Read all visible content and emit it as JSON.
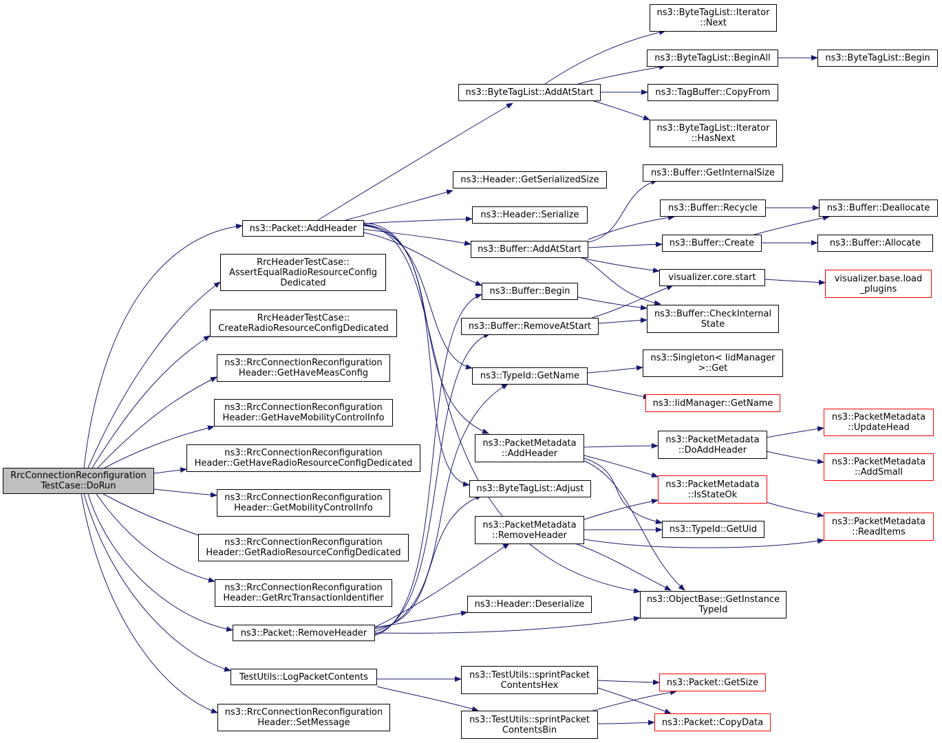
{
  "colors": {
    "edge": "#191970",
    "border": "#000000",
    "external_border": "#ff0000",
    "root_fill": "#bfbfbf"
  },
  "nodes": {
    "root": [
      "RrcConnectionReconfiguration",
      "TestCase::DoRun"
    ],
    "packet_add_header": [
      "ns3::Packet::AddHeader"
    ],
    "assert_equal": [
      "RrcHeaderTestCase::",
      "AssertEqualRadioResourceConfig",
      "Dedicated"
    ],
    "create_rrc": [
      "RrcHeaderTestCase::",
      "CreateRadioResourceConfigDedicated"
    ],
    "get_have_meas": [
      "ns3::RrcConnectionReconfiguration",
      "Header::GetHaveMeasConfig"
    ],
    "get_have_mobility": [
      "ns3::RrcConnectionReconfiguration",
      "Header::GetHaveMobilityControlInfo"
    ],
    "get_have_rrc": [
      "ns3::RrcConnectionReconfiguration",
      "Header::GetHaveRadioResourceConfigDedicated"
    ],
    "get_mobility": [
      "ns3::RrcConnectionReconfiguration",
      "Header::GetMobilityControlInfo"
    ],
    "get_rrc_dedicated": [
      "ns3::RrcConnectionReconfiguration",
      "Header::GetRadioResourceConfigDedicated"
    ],
    "get_rrc_trans": [
      "ns3::RrcConnectionReconfiguration",
      "Header::GetRrcTransactionIdentifier"
    ],
    "packet_remove_header": [
      "ns3::Packet::RemoveHeader"
    ],
    "log_packet": [
      "TestUtils::LogPacketContents"
    ],
    "set_message": [
      "ns3::RrcConnectionReconfiguration",
      "Header::SetMessage"
    ],
    "btl_add_at_start": [
      "ns3::ByteTagList::AddAtStart"
    ],
    "header_get_serialized": [
      "ns3::Header::GetSerializedSize"
    ],
    "header_serialize": [
      "ns3::Header::Serialize"
    ],
    "buffer_add_at_start": [
      "ns3::Buffer::AddAtStart"
    ],
    "buffer_begin": [
      "ns3::Buffer::Begin"
    ],
    "buffer_remove_at_start": [
      "ns3::Buffer::RemoveAtStart"
    ],
    "typeid_get_name": [
      "ns3::TypeId::GetName"
    ],
    "pm_add_header": [
      "ns3::PacketMetadata",
      "::AddHeader"
    ],
    "btl_adjust": [
      "ns3::ByteTagList::Adjust"
    ],
    "pm_remove_header": [
      "ns3::PacketMetadata",
      "::RemoveHeader"
    ],
    "header_deserialize": [
      "ns3::Header::Deserialize"
    ],
    "sprint_hex": [
      "ns3::TestUtils::sprintPacket",
      "ContentsHex"
    ],
    "sprint_bin": [
      "ns3::TestUtils::sprintPacket",
      "ContentsBin"
    ],
    "btl_iter_next": [
      "ns3::ByteTagList::Iterator",
      "::Next"
    ],
    "btl_begin_all": [
      "ns3::ByteTagList::BeginAll"
    ],
    "btl_begin": [
      "ns3::ByteTagList::Begin"
    ],
    "tagbuffer_copy": [
      "ns3::TagBuffer::CopyFrom"
    ],
    "btl_iter_hasnext": [
      "ns3::ByteTagList::Iterator",
      "::HasNext"
    ],
    "buffer_get_internal": [
      "ns3::Buffer::GetInternalSize"
    ],
    "buffer_recycle": [
      "ns3::Buffer::Recycle"
    ],
    "buffer_deallocate": [
      "ns3::Buffer::Deallocate"
    ],
    "buffer_create": [
      "ns3::Buffer::Create"
    ],
    "buffer_allocate": [
      "ns3::Buffer::Allocate"
    ],
    "vis_core_start": [
      "visualizer.core.start"
    ],
    "vis_base_load": [
      "visualizer.base.load",
      "_plugins"
    ],
    "buffer_check_internal": [
      "ns3::Buffer::CheckInternal",
      "State"
    ],
    "singleton_get": [
      "ns3::Singleton< IidManager",
      ">::Get"
    ],
    "iid_get_name": [
      "ns3::IidManager::GetName"
    ],
    "pm_do_add_header": [
      "ns3::PacketMetadata",
      "::DoAddHeader"
    ],
    "pm_update_head": [
      "ns3::PacketMetadata",
      "::UpdateHead"
    ],
    "pm_add_small": [
      "ns3::PacketMetadata",
      "::AddSmall"
    ],
    "pm_is_state_ok": [
      "ns3::PacketMetadata",
      "::IsStateOk"
    ],
    "typeid_get_uid": [
      "ns3::TypeId::GetUid"
    ],
    "pm_read_items": [
      "ns3::PacketMetadata",
      "::ReadItems"
    ],
    "objbase_get_instance": [
      "ns3::ObjectBase::GetInstance",
      "TypeId"
    ],
    "packet_get_size": [
      "ns3::Packet::GetSize"
    ],
    "packet_copy_data": [
      "ns3::Packet::CopyData"
    ]
  }
}
